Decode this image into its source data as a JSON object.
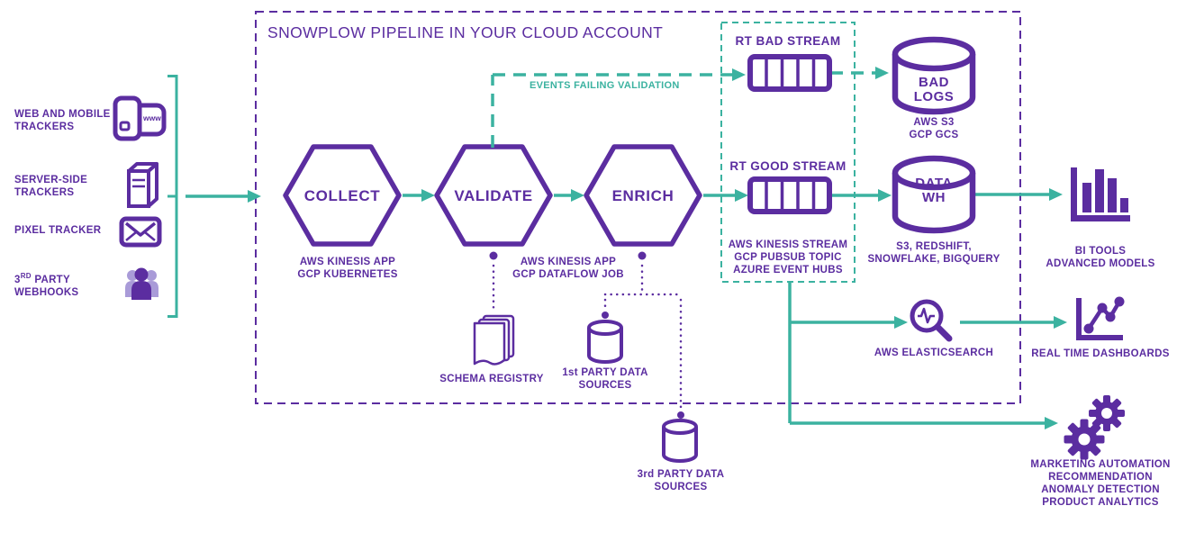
{
  "colors": {
    "purple": "#5b2da0",
    "purple_light": "#a99bd8",
    "teal": "#3bb2a0",
    "bg": "#ffffff"
  },
  "title": "SNOWPLOW PIPELINE IN YOUR CLOUD ACCOUNT",
  "sources": {
    "web_mobile": {
      "line1": "WEB AND MOBILE",
      "line2": "TRACKERS"
    },
    "server_side": {
      "line1": "SERVER-SIDE",
      "line2": "TRACKERS"
    },
    "pixel": {
      "line1": "PIXEL TRACKER"
    },
    "webhooks": {
      "num": "3",
      "sup": "RD",
      "rest": " PARTY",
      "line2": "WEBHOOKS"
    },
    "browser_www": "www"
  },
  "pipeline": {
    "collect": {
      "label": "COLLECT",
      "caption": [
        "AWS KINESIS APP",
        "GCP KUBERNETES"
      ]
    },
    "validate": {
      "label": "VALIDATE"
    },
    "enrich": {
      "label": "ENRICH"
    },
    "validate_enrich_caption": [
      "AWS KINESIS APP",
      "GCP DATAFLOW JOB"
    ],
    "events_failing_label": "EVENTS FAILING VALIDATION",
    "schema_registry": {
      "label": "SCHEMA REGISTRY"
    },
    "first_party": {
      "line1": "1st PARTY DATA",
      "line2": "SOURCES"
    },
    "third_party": {
      "line1": "3rd PARTY DATA",
      "line2": "SOURCES"
    }
  },
  "streams": {
    "bad": {
      "title": "RT BAD STREAM"
    },
    "good": {
      "title": "RT GOOD STREAM",
      "caption": [
        "AWS KINESIS STREAM",
        "GCP PUBSUB TOPIC",
        "AZURE EVENT HUBS"
      ]
    }
  },
  "storage": {
    "bad_logs": {
      "line1": "BAD",
      "line2": "LOGS",
      "caption": [
        "AWS S3",
        "GCP GCS"
      ]
    },
    "data_wh": {
      "line1": "DATA",
      "line2": "WH",
      "caption": [
        "S3, REDSHIFT,",
        "SNOWFLAKE, BIGQUERY"
      ]
    },
    "elasticsearch": {
      "label": "AWS ELASTICSEARCH"
    }
  },
  "outputs": {
    "bi": {
      "caption": [
        "BI TOOLS",
        "ADVANCED MODELS"
      ]
    },
    "dashboards": {
      "caption": "REAL TIME DASHBOARDS"
    },
    "applications": {
      "caption": [
        "MARKETING AUTOMATION",
        "RECOMMENDATION",
        "ANOMALY DETECTION",
        "PRODUCT ANALYTICS"
      ]
    }
  }
}
